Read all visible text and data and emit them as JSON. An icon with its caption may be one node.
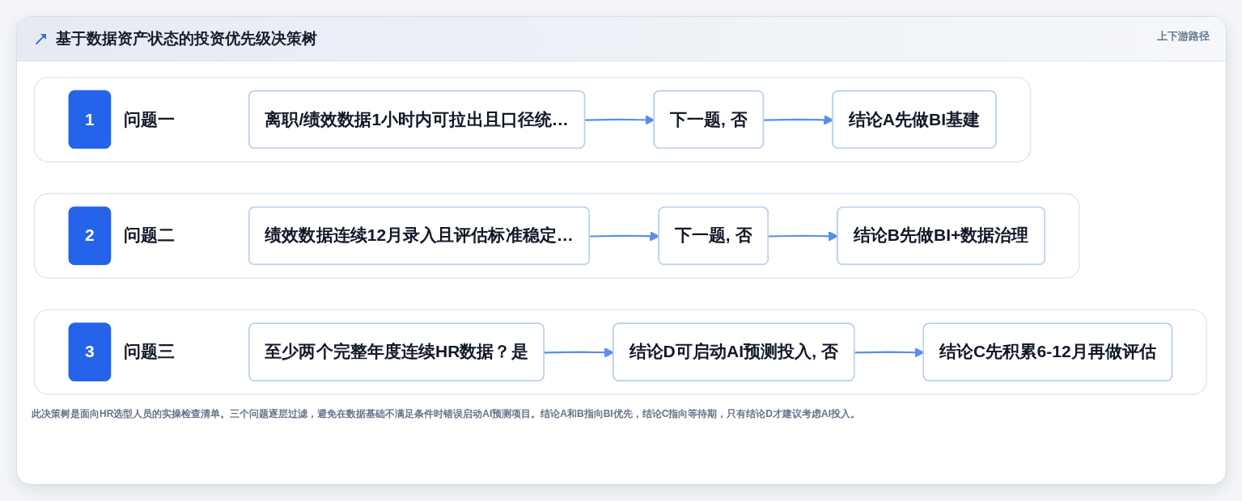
{
  "diagram": {
    "title": "基于数据资产状态的投资优先级决策树",
    "caption": "此决策树是面向HR选型人员的实操检查清单。三个问题逐层过滤，避免在数据基础不满足条件时错误启动AI预测项目。结论A和B指向BI优先，结论C指向等待期，只有结论D才建议考虑AI投入。",
    "nodes": [
      {
        "text": [
          "问题一"
        ]
      },
      {
        "text": [
          "1"
        ],
        "in": 0
      },
      {
        "text": [
          "离职/绩效数据1小时内可拉出且口径统…"
        ],
        "in": 0
      },
      {
        "text": [
          "下一题, 否"
        ],
        "in": 0
      },
      {
        "text": [
          "结论A先做BI基建"
        ],
        "in": 0
      },
      {
        "text": [
          "问题二"
        ]
      },
      {
        "text": [
          "2"
        ],
        "in": 5
      },
      {
        "text": [
          "绩效数据连续12月录入且评估标准稳定…"
        ],
        "in": 5
      },
      {
        "text": [
          "下一题, 否"
        ],
        "in": 5
      },
      {
        "text": [
          "结论B先做BI+数据治理"
        ],
        "in": 5
      },
      {
        "text": [
          "问题三"
        ]
      },
      {
        "text": [
          "3"
        ],
        "in": 10
      },
      {
        "text": [
          "至少两个完整年度连续HR数据？是"
        ],
        "in": 10
      },
      {
        "text": [
          "结论D可启动AI预测投入, 否"
        ],
        "in": 10
      },
      {
        "text": [
          "结论C先积累6-12月再做评估"
        ],
        "in": 10
      }
    ],
    "edges": [
      {
        "from": 2,
        "to": 3,
        "arrow": "to"
      },
      {
        "from": 3,
        "to": 4,
        "arrow": "to"
      },
      {
        "from": 7,
        "to": 8,
        "arrow": "to"
      },
      {
        "from": 8,
        "to": 9,
        "arrow": "to"
      },
      {
        "from": 12,
        "to": 13,
        "arrow": "to"
      },
      {
        "from": 13,
        "to": 14,
        "arrow": "to"
      }
    ],
    "labels": [
      "上下游路径"
    ]
  }
}
